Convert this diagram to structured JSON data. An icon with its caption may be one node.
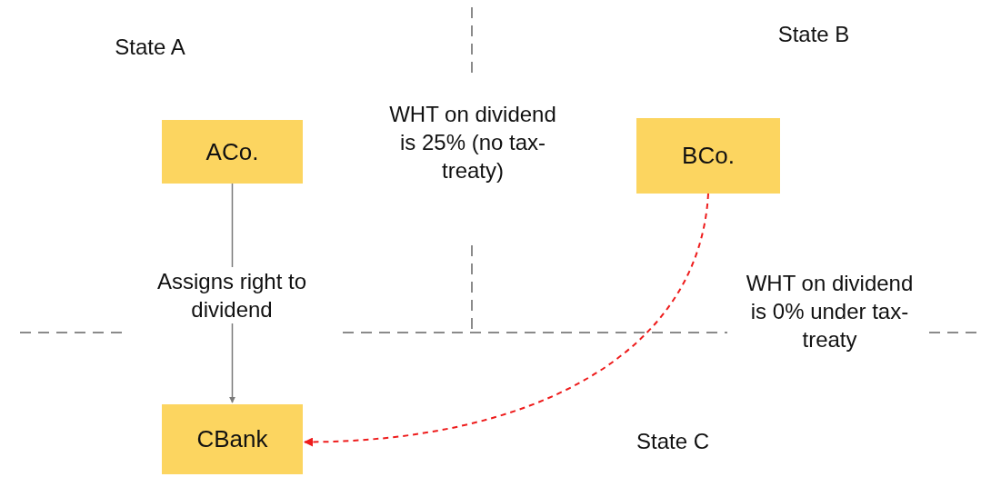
{
  "diagram": {
    "nodes": [
      {
        "text": [
          "ACo."
        ]
      },
      {
        "text": [
          "BCo."
        ]
      },
      {
        "text": [
          "CBank"
        ]
      }
    ],
    "edges": [
      {
        "from": 0,
        "to": 2,
        "arrow": "to",
        "label": "Assigns right to dividend"
      },
      {
        "from": 1,
        "to": 2,
        "arrow": "to",
        "style": "dashed",
        "color": "#ee1c1c"
      }
    ],
    "labels": [
      "State A",
      "State B",
      "WHT on dividend is 25% (no tax-treaty)",
      "WHT on dividend is 0% under tax-treaty",
      "State C"
    ]
  }
}
